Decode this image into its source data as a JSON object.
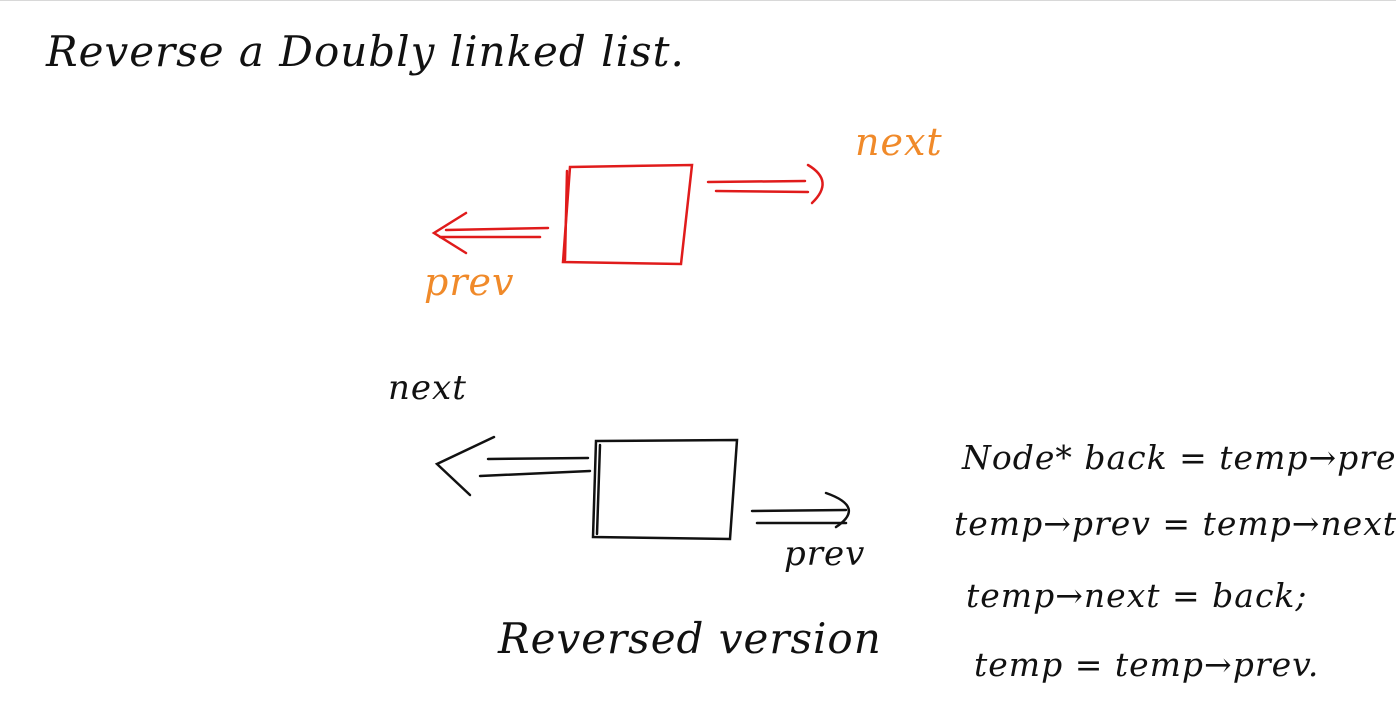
{
  "title": "Reverse a Doubly linked list.",
  "colors": {
    "original_node": "#e01b1b",
    "original_labels": "#f08a2a",
    "ink": "#111111"
  },
  "original_node": {
    "next_label": "next",
    "prev_label": "prev"
  },
  "reversed_node": {
    "next_label": "next",
    "prev_label": "prev",
    "caption": "Reversed version"
  },
  "code_lines": [
    "Node* back = temp→prev",
    "temp→prev = temp→next",
    "temp→next = back;",
    "temp = temp→prev."
  ]
}
